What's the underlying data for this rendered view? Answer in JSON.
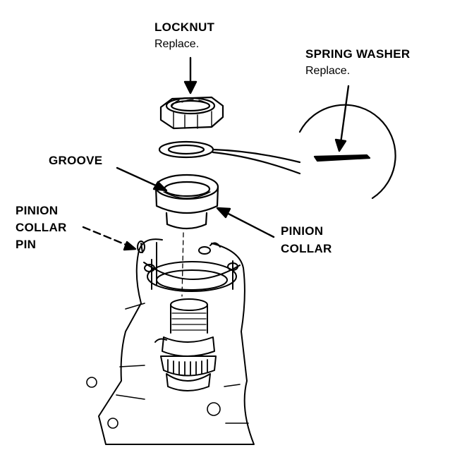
{
  "labels": {
    "locknut": {
      "name": "LOCKNUT",
      "note": "Replace."
    },
    "spring_washer": {
      "name": "SPRING WASHER",
      "note": "Replace."
    },
    "groove": {
      "name": "GROOVE"
    },
    "pinion_collar_pin": {
      "line1": "PINION",
      "line2": "COLLAR",
      "line3": "PIN"
    },
    "pinion_collar": {
      "line1": "PINION",
      "line2": "COLLAR"
    }
  }
}
